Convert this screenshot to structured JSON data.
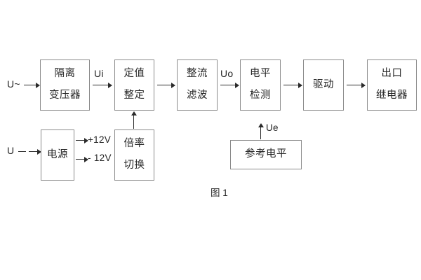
{
  "figure": {
    "caption": "图 1",
    "colors": {
      "box_border": "#8a8a8a",
      "arrow": "#2b2b2b",
      "text": "#262626",
      "background": "#ffffff"
    }
  },
  "blocks": {
    "isolation_transformer": {
      "line1": "隔离",
      "line2": "变压器"
    },
    "setting_value": {
      "line1": "定值",
      "line2": "整定"
    },
    "rectify_filter": {
      "line1": "整流",
      "line2": "滤波"
    },
    "level_detect": {
      "line1": "电平",
      "line2": "检测"
    },
    "drive": {
      "line1": "驱动"
    },
    "output_relay": {
      "line1": "出口",
      "line2": "继电器"
    },
    "power_supply": {
      "line1": "电源"
    },
    "multiplier_switch": {
      "line1": "倍率",
      "line2": "切换"
    },
    "reference_level": {
      "line1": "参考电平"
    }
  },
  "signals": {
    "ac_input": "U~",
    "dc_input": "U",
    "dc_input_dash": "–",
    "ui": "Ui",
    "uo": "Uo",
    "ue": "Ue",
    "rail_positive": "+12V",
    "rail_negative": "- 12V"
  }
}
